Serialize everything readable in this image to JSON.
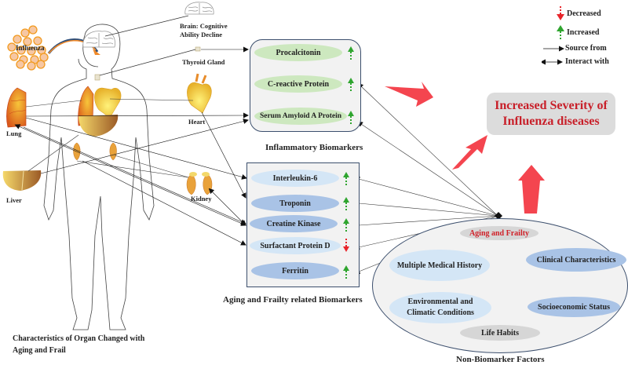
{
  "legend": {
    "decreased": "Decreased",
    "increased": "Increased",
    "source_from": "Source from",
    "interact_with": "Interact with"
  },
  "colors": {
    "increase": "#2fa52f",
    "decrease": "#e8252b",
    "severity_text": "#c8202a",
    "big_arrow": "#f4454f",
    "box_border": "#3c4f6d"
  },
  "organs": {
    "influenza": "Influenza",
    "brain": "Brain: Cognitive Ability Decline",
    "brain_line1": "Brain: Cognitive",
    "brain_line2": "Ability Decline",
    "thyroid": "Thyroid  Gland",
    "heart": "Heart",
    "lung": "Lung",
    "liver": "Liver",
    "kidney": "Kidney",
    "caption_line1": "Characteristics of Organ Changed with",
    "caption_line2": "Aging and Frail"
  },
  "inflammatory": {
    "title": "Inflammatory Biomarkers",
    "items": [
      {
        "label": "Procalcitonin",
        "trend": "increased"
      },
      {
        "label": "C-reactive Protein",
        "trend": "increased"
      },
      {
        "label": "Serum Amyloid  A Protein",
        "trend": "increased"
      }
    ]
  },
  "aging_biomarkers": {
    "title": "Aging and Frailty related Biomarkers",
    "items": [
      {
        "label": "Interleukin-6",
        "trend": "increased"
      },
      {
        "label": "Troponin",
        "trend": "increased"
      },
      {
        "label": "Creatine Kinase",
        "trend": "increased"
      },
      {
        "label": "Surfactant Protein D",
        "trend": "decreased"
      },
      {
        "label": "Ferritin",
        "trend": "increased"
      }
    ]
  },
  "outcome": {
    "line1": "Increased Severity of",
    "line2": "Influenza diseases"
  },
  "non_biomarker": {
    "title": "Non-Biomarker Factors",
    "items": {
      "aging": "Aging and Frailty",
      "medical_history": "Multiple Medical History",
      "clinical": "Clinical Characteristics",
      "env_line1": "Environmental and",
      "env_line2": "Climatic Conditions",
      "socio": "Socioeconomic Status",
      "habits": "Life Habits"
    }
  }
}
